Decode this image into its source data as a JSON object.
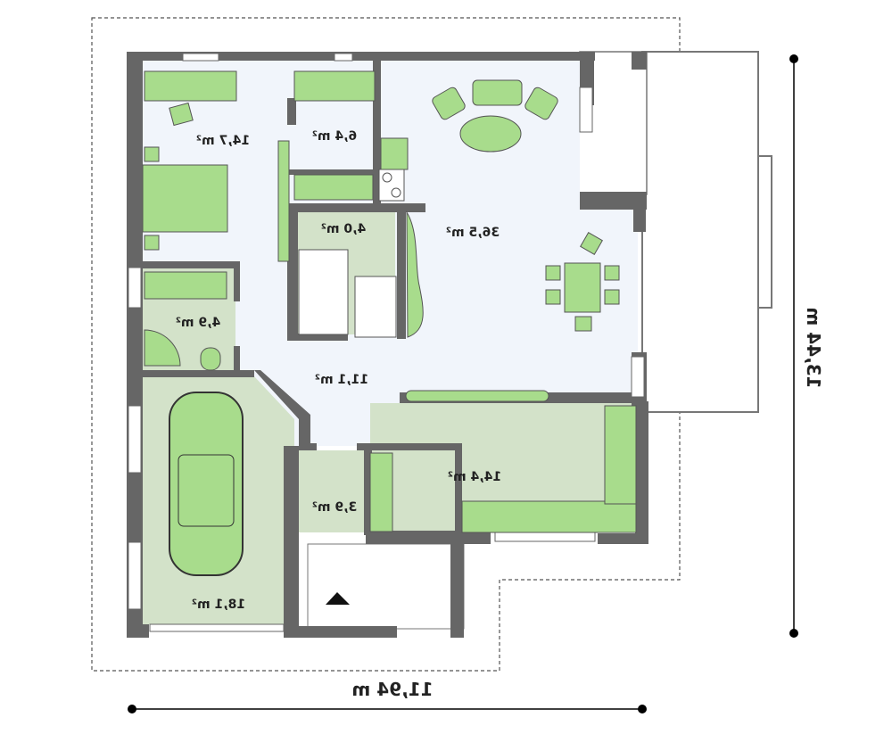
{
  "plan": {
    "rooms": [
      {
        "id": "bedroom",
        "area": "14,7 m²"
      },
      {
        "id": "wardrobe",
        "area": "6,4 m²"
      },
      {
        "id": "pantry",
        "area": "4,0 m²"
      },
      {
        "id": "living-room",
        "area": "36,5 m²"
      },
      {
        "id": "bathroom",
        "area": "4,9 m²"
      },
      {
        "id": "hall",
        "area": "11,1 m²"
      },
      {
        "id": "kitchen",
        "area": "14,4 m²"
      },
      {
        "id": "vestibule",
        "area": "3,9 m²"
      },
      {
        "id": "garage",
        "area": "18,1 m²"
      }
    ],
    "dimensions": {
      "width": "11,94 m",
      "depth": "13,44 m"
    },
    "colors": {
      "wall": "#666666",
      "furniture": "#a8dc8c",
      "floor_light": "#f1f5fb",
      "floor_green": "#d3e2c9"
    }
  }
}
